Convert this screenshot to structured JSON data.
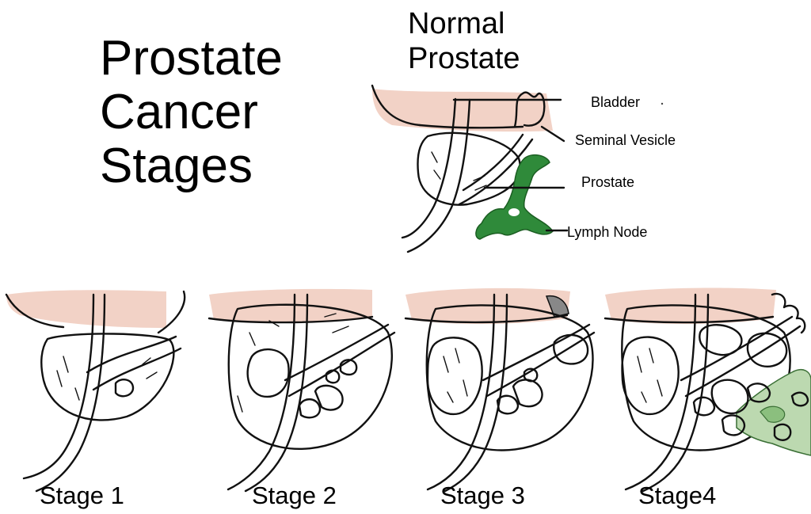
{
  "title": {
    "line1": "Prostate",
    "line2": "Cancer",
    "line3": "Stages"
  },
  "normal": {
    "line1": "Normal",
    "line2": "Prostate"
  },
  "anatomy_labels": {
    "bladder": "Bladder",
    "seminal_vesicle": "Seminal Vesicle",
    "prostate": "Prostate",
    "lymph_node": "Lymph Node"
  },
  "stages": [
    "Stage 1",
    "Stage 2",
    "Stage 3",
    "Stage4"
  ],
  "colors": {
    "bladder": "#f2d2c6",
    "prostate": "#f1d3d6",
    "tumor": "#efe2a8",
    "lymph": "#2f8a3a",
    "lymph_light": "#bcd9b0",
    "ink": "#111111"
  }
}
